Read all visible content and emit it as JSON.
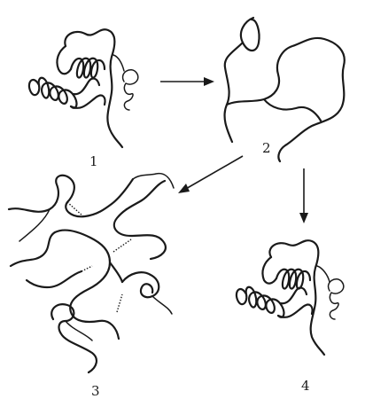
{
  "panels": [
    {
      "id": "native",
      "label": "1"
    },
    {
      "id": "unfolded",
      "label": "2"
    },
    {
      "id": "aggregated",
      "label": "3"
    },
    {
      "id": "refolded",
      "label": "4"
    }
  ],
  "arrows": [
    {
      "from": "1",
      "to": "2"
    },
    {
      "from": "2",
      "to": "3"
    },
    {
      "from": "2",
      "to": "4"
    }
  ],
  "colors": {
    "ink": "#1a1a1a",
    "background": "#ffffff"
  }
}
